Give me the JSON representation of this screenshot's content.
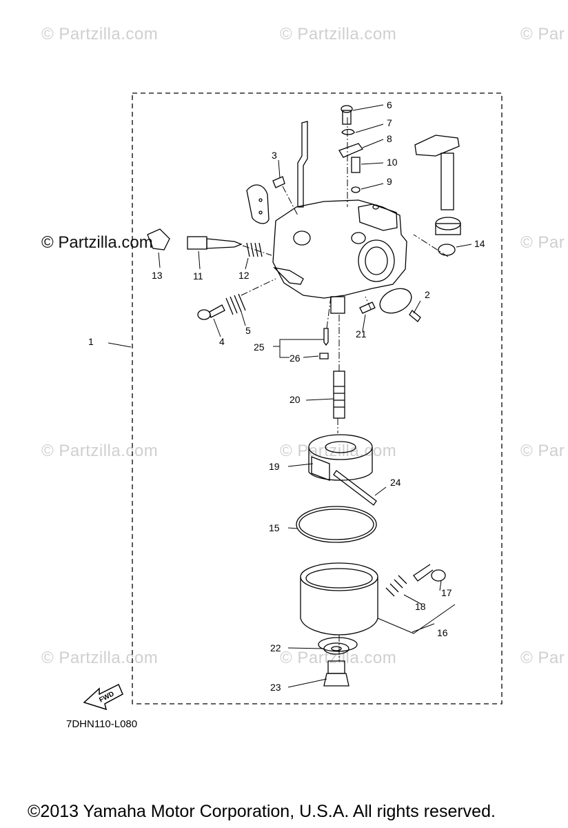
{
  "watermark": "© Partzilla.com",
  "watermark_cut": "© Par",
  "diagram_code": "7DHN110-L080",
  "fwd_label": "FWD",
  "copyright": "©2013  Yamaha Motor Corporation, U.S.A. All rights reserved.",
  "callouts": [
    "1",
    "2",
    "3",
    "4",
    "5",
    "6",
    "7",
    "8",
    "9",
    "10",
    "11",
    "12",
    "13",
    "14",
    "15",
    "16",
    "17",
    "18",
    "19",
    "20",
    "21",
    "22",
    "23",
    "24",
    "25",
    "26"
  ]
}
